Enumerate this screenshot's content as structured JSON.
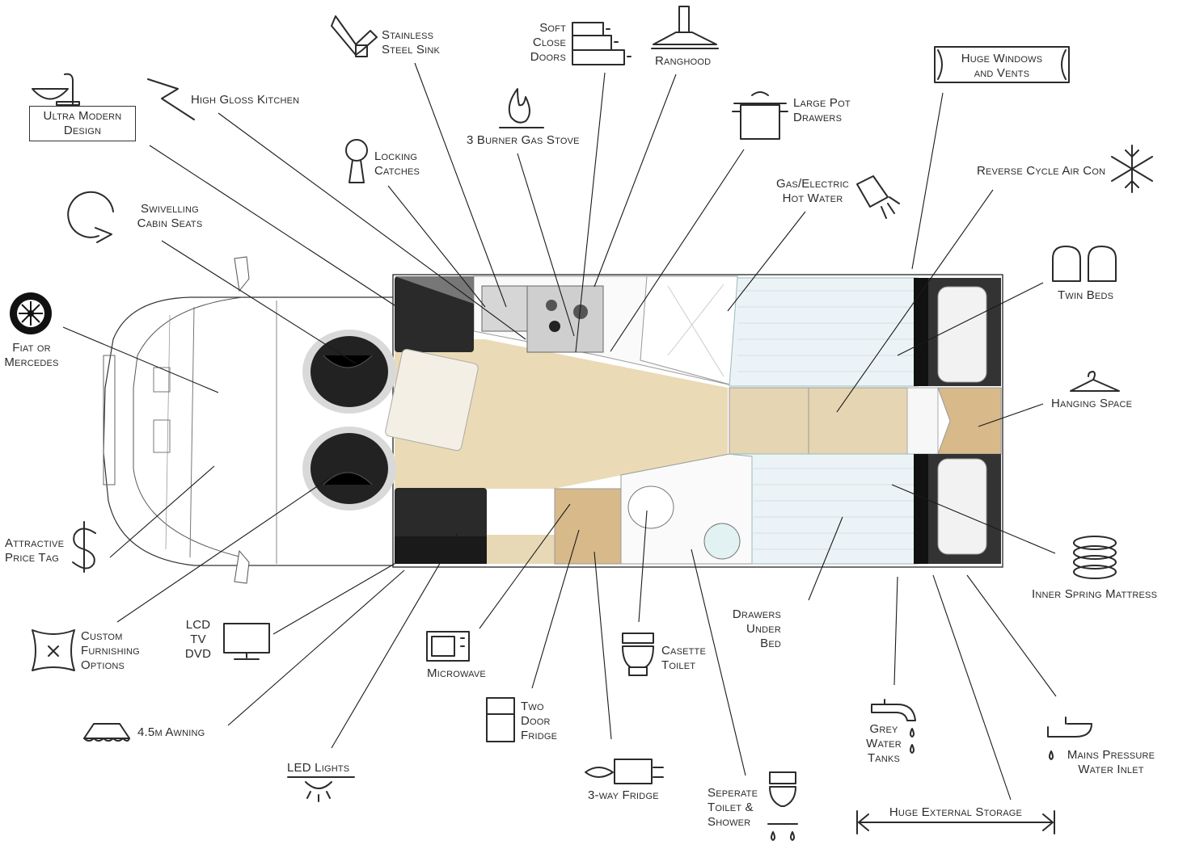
{
  "features": {
    "ultra_modern_design": [
      "Ultra Modern",
      "Design"
    ],
    "high_gloss_kitchen": [
      "High Gloss Kitchen"
    ],
    "stainless_steel_sink": [
      "Stainless",
      "Steel Sink"
    ],
    "soft_close_doors": [
      "Soft",
      "Close",
      "Doors"
    ],
    "ranghood": [
      "Ranghood"
    ],
    "three_burner_gas_stove": [
      "3 Burner Gas Stove"
    ],
    "locking_catches": [
      "Locking",
      "Catches"
    ],
    "large_pot_drawers": [
      "Large Pot",
      "Drawers"
    ],
    "gas_electric_hot_water": [
      "Gas/Electric",
      "Hot Water"
    ],
    "huge_windows_and_vents": [
      "Huge Windows",
      "and Vents"
    ],
    "reverse_cycle_air_con": [
      "Reverse Cycle Air Con"
    ],
    "swivelling_cabin_seats": [
      "Swivelling",
      "Cabin Seats"
    ],
    "twin_beds": [
      "Twin Beds"
    ],
    "fiat_or_mercedes": [
      "Fiat or",
      "Mercedes"
    ],
    "hanging_space": [
      "Hanging Space"
    ],
    "attractive_price_tag": [
      "Attractive",
      "Price Tag"
    ],
    "inner_spring_mattress": [
      "Inner Spring Mattress"
    ],
    "custom_furnishing_options": [
      "Custom",
      "Furnishing",
      "Options"
    ],
    "lcd_tv_dvd": [
      "LCD",
      "TV",
      "DVD"
    ],
    "microwave": [
      "Microwave"
    ],
    "casette_toilet": [
      "Casette",
      "Toilet"
    ],
    "drawers_under_bed": [
      "Drawers",
      "Under",
      "Bed"
    ],
    "two_door_fridge": [
      "Two",
      "Door",
      "Fridge"
    ],
    "grey_water_tanks": [
      "Grey",
      "Water",
      "Tanks"
    ],
    "mains_pressure_water_inlet": [
      "Mains Pressure",
      "Water Inlet"
    ],
    "awning": [
      "4.5m Awning"
    ],
    "led_lights": [
      "LED Lights"
    ],
    "three_way_fridge": [
      "3-way Fridge"
    ],
    "seperate_toilet_shower": [
      "Seperate",
      "Toilet &",
      "Shower"
    ],
    "huge_external_storage": [
      "Huge External Storage"
    ]
  },
  "colors": {
    "floor": "#eadbb6",
    "cabinet": "#dcc9a2",
    "fridge_unit": "#d8b98a",
    "seat": "#222222",
    "line": "#1a1a1a"
  },
  "icons": [
    "sink-bowl-icon",
    "zigzag-icon",
    "faucet-icon",
    "drawer-stack-icon",
    "rangehood-icon",
    "flame-icon",
    "keyhole-icon",
    "pot-icon",
    "shower-head-icon",
    "window-icon",
    "snowflake-icon",
    "swivel-arrow-icon",
    "twin-bed-icon",
    "wheel-icon",
    "hanger-icon",
    "dollar-icon",
    "spring-icon",
    "cushion-icon",
    "monitor-icon",
    "microwave-icon",
    "toilet-icon",
    "fridge-icon",
    "tap-icon",
    "awning-icon",
    "led-icon",
    "gas-fridge-icon",
    "shower-toilet-icon",
    "double-arrow-icon"
  ]
}
